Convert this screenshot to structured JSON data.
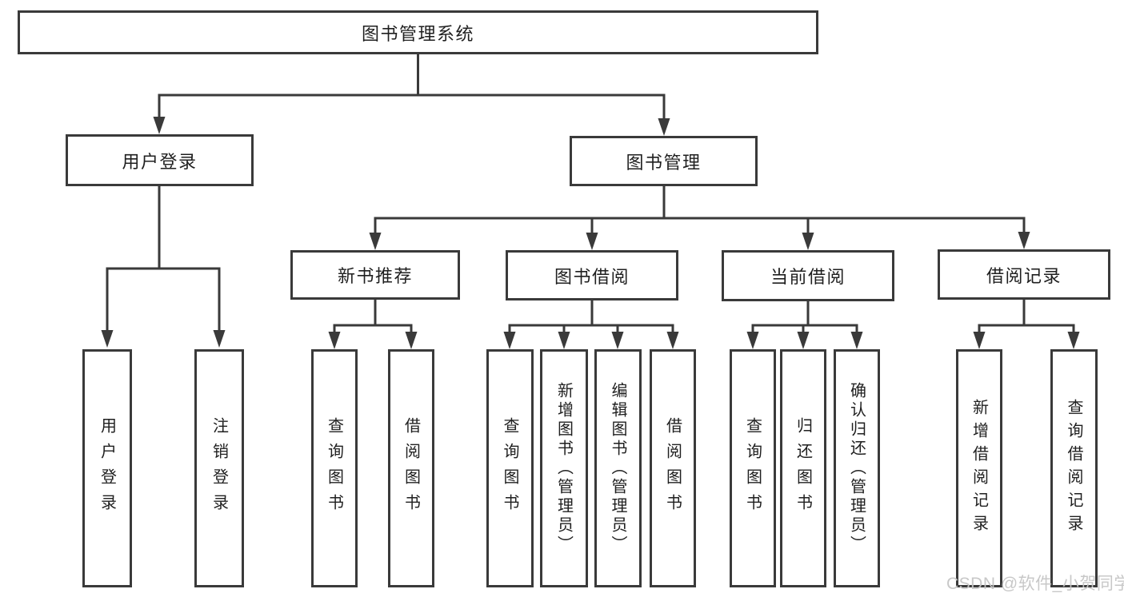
{
  "diagram": {
    "title": "图书管理系统",
    "watermark": "CSDN @软件_小贺同学",
    "colors": {
      "background": "#ffffff",
      "box_border": "#3a3a3a",
      "connector": "#3a3a3a",
      "text": "#1f1f1f",
      "watermark_text": "#c5c5c5"
    },
    "nodes": {
      "root": {
        "label": "图书管理系统"
      },
      "user_login": {
        "label": "用户登录"
      },
      "book_mgmt": {
        "label": "图书管理"
      },
      "new_book_rec": {
        "label": "新书推荐"
      },
      "book_borrow": {
        "label": "图书借阅"
      },
      "current_borrow": {
        "label": "当前借阅"
      },
      "borrow_records": {
        "label": "借阅记录"
      },
      "leaf_user_login": {
        "label": "用户登录"
      },
      "leaf_logout": {
        "label": "注销登录"
      },
      "leaf_query_book_1": {
        "label": "查询图书"
      },
      "leaf_borrow_book_1": {
        "label": "借阅图书"
      },
      "leaf_query_book_2": {
        "label": "查询图书"
      },
      "leaf_add_book": {
        "label": "新增图书（管理员）"
      },
      "leaf_edit_book": {
        "label": "编辑图书（管理员）"
      },
      "leaf_borrow_book_2": {
        "label": "借阅图书"
      },
      "leaf_query_book_3": {
        "label": "查询图书"
      },
      "leaf_return_book": {
        "label": "归还图书"
      },
      "leaf_confirm_return": {
        "label": "确认归还（管理员）"
      },
      "leaf_add_record": {
        "label": "新增借阅记录"
      },
      "leaf_query_record": {
        "label": "查询借阅记录"
      }
    },
    "hierarchy": {
      "图书管理系统": {
        "用户登录": [
          "用户登录",
          "注销登录"
        ],
        "图书管理": {
          "新书推荐": [
            "查询图书",
            "借阅图书"
          ],
          "图书借阅": [
            "查询图书",
            "新增图书（管理员）",
            "编辑图书（管理员）",
            "借阅图书"
          ],
          "当前借阅": [
            "查询图书",
            "归还图书",
            "确认归还（管理员）"
          ],
          "借阅记录": [
            "新增借阅记录",
            "查询借阅记录"
          ]
        }
      }
    }
  }
}
